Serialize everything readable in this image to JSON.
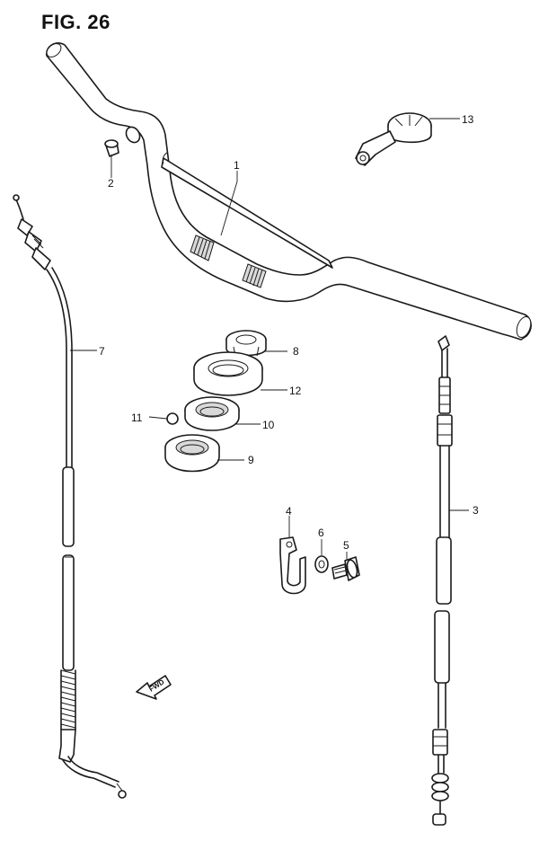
{
  "figure": {
    "title": "FIG. 26"
  },
  "callouts": {
    "c1": "1",
    "c2": "2",
    "c3": "3",
    "c4": "4",
    "c5": "5",
    "c6": "6",
    "c7": "7",
    "c8": "8",
    "c9": "9",
    "c10": "10",
    "c11": "11",
    "c12": "12",
    "c13": "13"
  },
  "fwd_label": "FWD"
}
